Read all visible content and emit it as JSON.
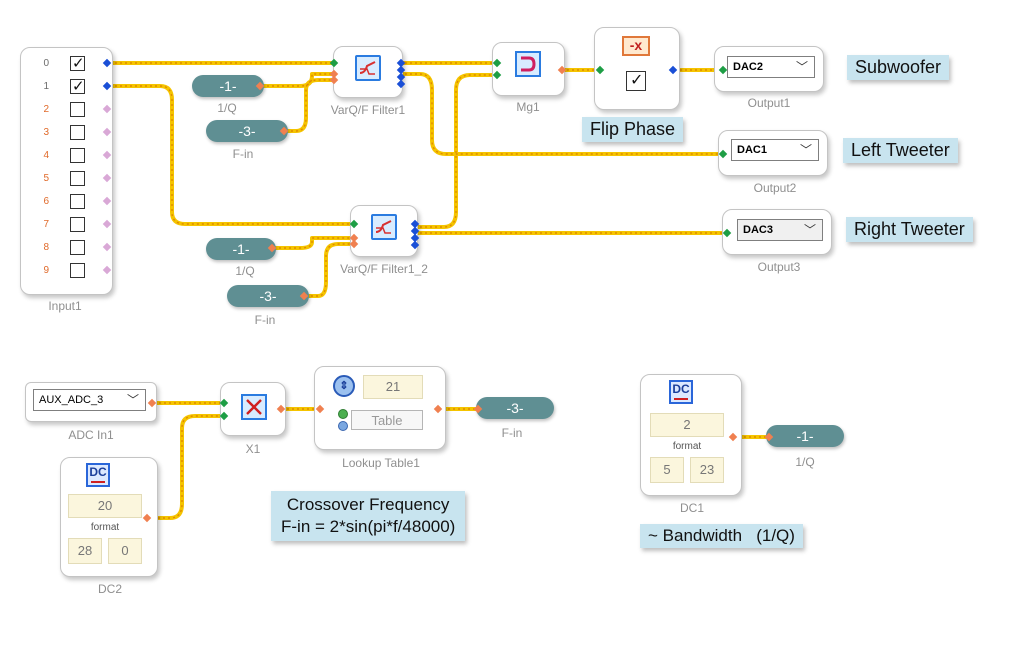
{
  "blocks": {
    "input1": {
      "label": "Input1",
      "channels": [
        "0",
        "1",
        "2",
        "3",
        "4",
        "5",
        "6",
        "7",
        "8",
        "9"
      ],
      "checked": [
        true,
        true,
        false,
        false,
        false,
        false,
        false,
        false,
        false,
        false
      ]
    },
    "filter1": {
      "label": "VarQ/F Filter1"
    },
    "filter2": {
      "label": "VarQ/F Filter1_2"
    },
    "mg1": {
      "label": "Mg1"
    },
    "flip_phase": {
      "title": "Flip Phase"
    },
    "output1": {
      "label": "Output1",
      "value": "DAC2"
    },
    "output2": {
      "label": "Output2",
      "value": "DAC1"
    },
    "output3": {
      "label": "Output3",
      "value": "DAC3"
    },
    "adc_in1": {
      "label": "ADC In1",
      "value": "AUX_ADC_3"
    },
    "x1": {
      "label": "X1"
    },
    "lookup": {
      "label": "Lookup Table1",
      "value": "21",
      "table_button": "Table"
    },
    "dc1": {
      "label": "DC1",
      "icon": "DC",
      "value": "2",
      "format_label": "format",
      "format_a": "5",
      "format_b": "23"
    },
    "dc2": {
      "label": "DC2",
      "icon": "DC",
      "value": "20",
      "format_label": "format",
      "format_a": "28",
      "format_b": "0"
    }
  },
  "pills": {
    "q1": {
      "text": "-1-",
      "label": "1/Q"
    },
    "f1": {
      "text": "-3-",
      "label": "F-in"
    },
    "q2": {
      "text": "-1-",
      "label": "1/Q"
    },
    "f2": {
      "text": "-3-",
      "label": "F-in"
    },
    "f_out": {
      "text": "-3-",
      "label": "F-in"
    },
    "q_out": {
      "text": "-1-",
      "label": "1/Q"
    }
  },
  "annotations": {
    "subwoofer": "Subwoofer",
    "left_tweeter": "Left Tweeter",
    "right_tweeter": "Right Tweeter",
    "crossover_line1": "Crossover Frequency",
    "crossover_line2": "F-in = 2*sin(pi*f/48000)",
    "bandwidth": "~ Bandwidth   (1/Q)"
  },
  "colors": {
    "wire": "#f5c400",
    "wire_dash": "#e08a00",
    "pin_green": "#1e9e45",
    "pin_blue": "#1a4fd6",
    "pin_orange": "#f08050",
    "pill": "#5f8f93",
    "annotation_bg": "#c8e4ef",
    "channel_index_active": "#6b6b6b",
    "channel_index_inactive": "#e06a2a"
  }
}
